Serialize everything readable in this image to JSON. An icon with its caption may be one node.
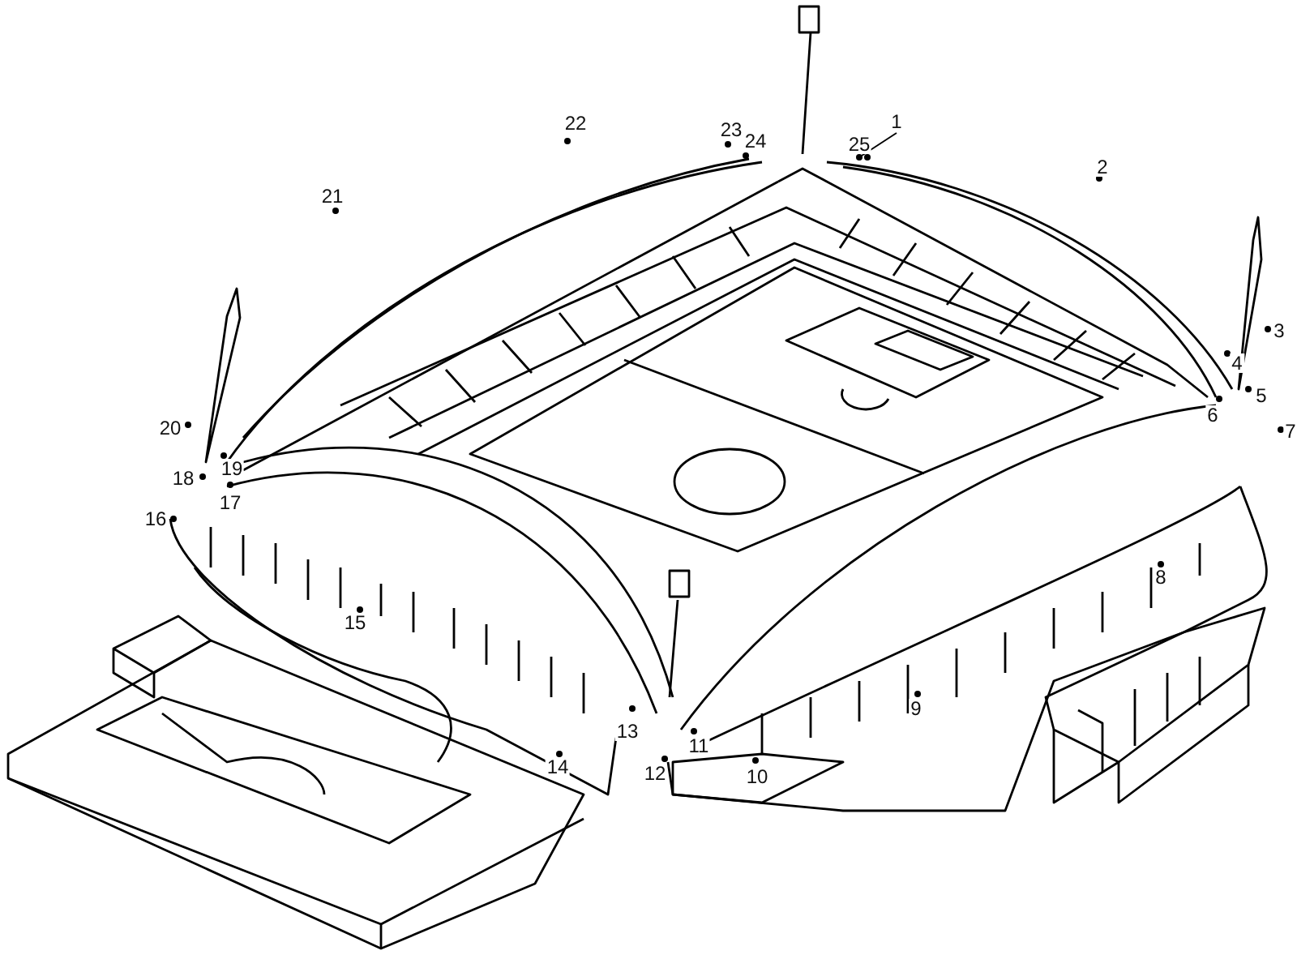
{
  "diagram": {
    "labels": [
      "1",
      "2",
      "3",
      "4",
      "5",
      "6",
      "7",
      "8",
      "9",
      "10",
      "11",
      "12",
      "13",
      "14",
      "15",
      "16",
      "17",
      "18",
      "19",
      "20",
      "21",
      "22",
      "23",
      "24",
      "25"
    ]
  }
}
